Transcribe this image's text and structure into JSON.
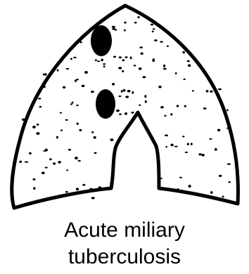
{
  "caption": {
    "line1": "Acute miliary",
    "line2": "tuberculosis"
  },
  "colors": {
    "ink": "#000000",
    "background": "#ffffff"
  },
  "illustration": {
    "subject": "lungs-outline",
    "marks": [
      "miliary-dots",
      "cavity-lesions"
    ]
  }
}
